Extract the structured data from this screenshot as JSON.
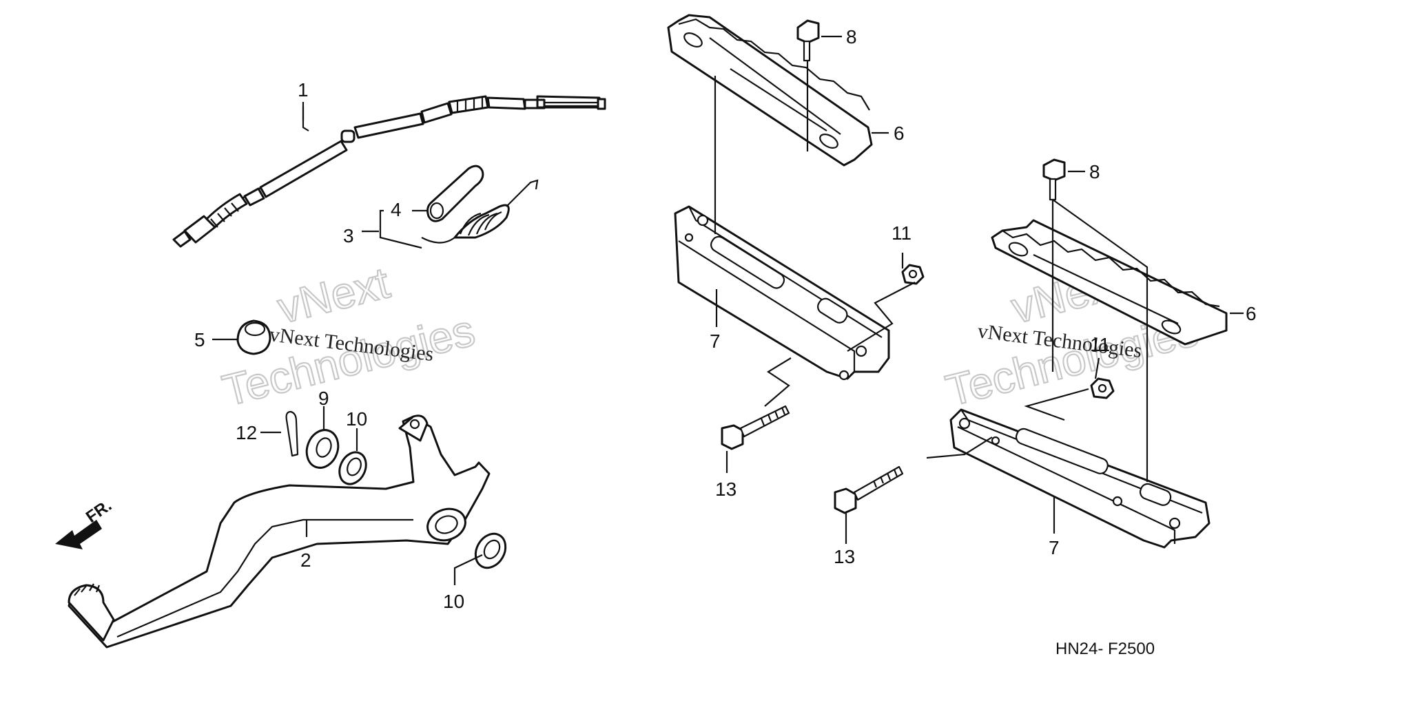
{
  "callouts": {
    "c1": "1",
    "c2": "2",
    "c3": "3",
    "c4": "4",
    "c5": "5",
    "c6a": "6",
    "c6b": "6",
    "c7a": "7",
    "c7b": "7",
    "c8a": "8",
    "c8b": "8",
    "c9": "9",
    "c10a": "10",
    "c10b": "10",
    "c11a": "11",
    "c11b": "11",
    "c12": "12",
    "c13a": "13",
    "c13b": "13"
  },
  "front_indicator": "FR.",
  "diagram_code": "HN24- F2500",
  "watermark": {
    "brand_top": "vNext",
    "brand_bottom": "Technologies",
    "brand_line": "vNext Technologies"
  }
}
